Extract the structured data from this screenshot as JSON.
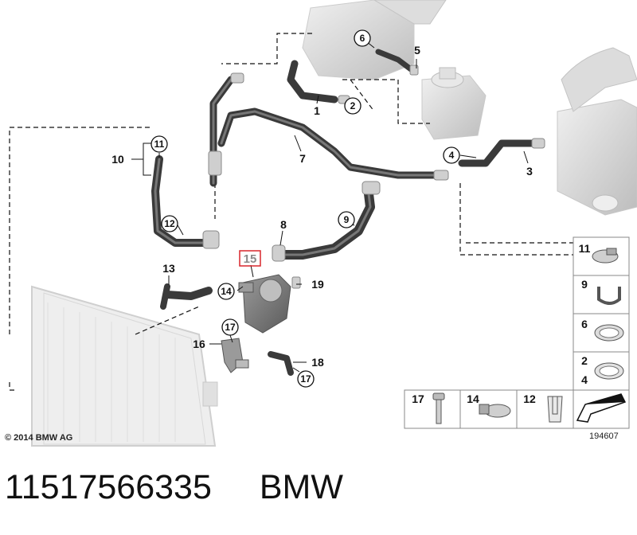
{
  "callouts": {
    "c1": "1",
    "c2": "2",
    "c3": "3",
    "c4": "4",
    "c5": "5",
    "c6": "6",
    "c7": "7",
    "c8": "8",
    "c9": "9",
    "c10": "10",
    "c11": "11",
    "c12": "12",
    "c13": "13",
    "c14": "14",
    "c15": "15",
    "c16": "16",
    "c17a": "17",
    "c17b": "17",
    "c18": "18",
    "c19": "19"
  },
  "legend": {
    "l11": "11",
    "l9": "9",
    "l6": "6",
    "l2": "2",
    "l4": "4",
    "l17": "17",
    "l14": "14",
    "l12": "12"
  },
  "copyright": "© 2014 BMW AG",
  "diagram_number": "194607",
  "caption": {
    "part_number": "11517566335",
    "brand": "BMW"
  },
  "colors": {
    "hose": "#3a3a3a",
    "component": "#d6d6d6",
    "highlight_box": "#d9262c",
    "line": "#111111"
  }
}
